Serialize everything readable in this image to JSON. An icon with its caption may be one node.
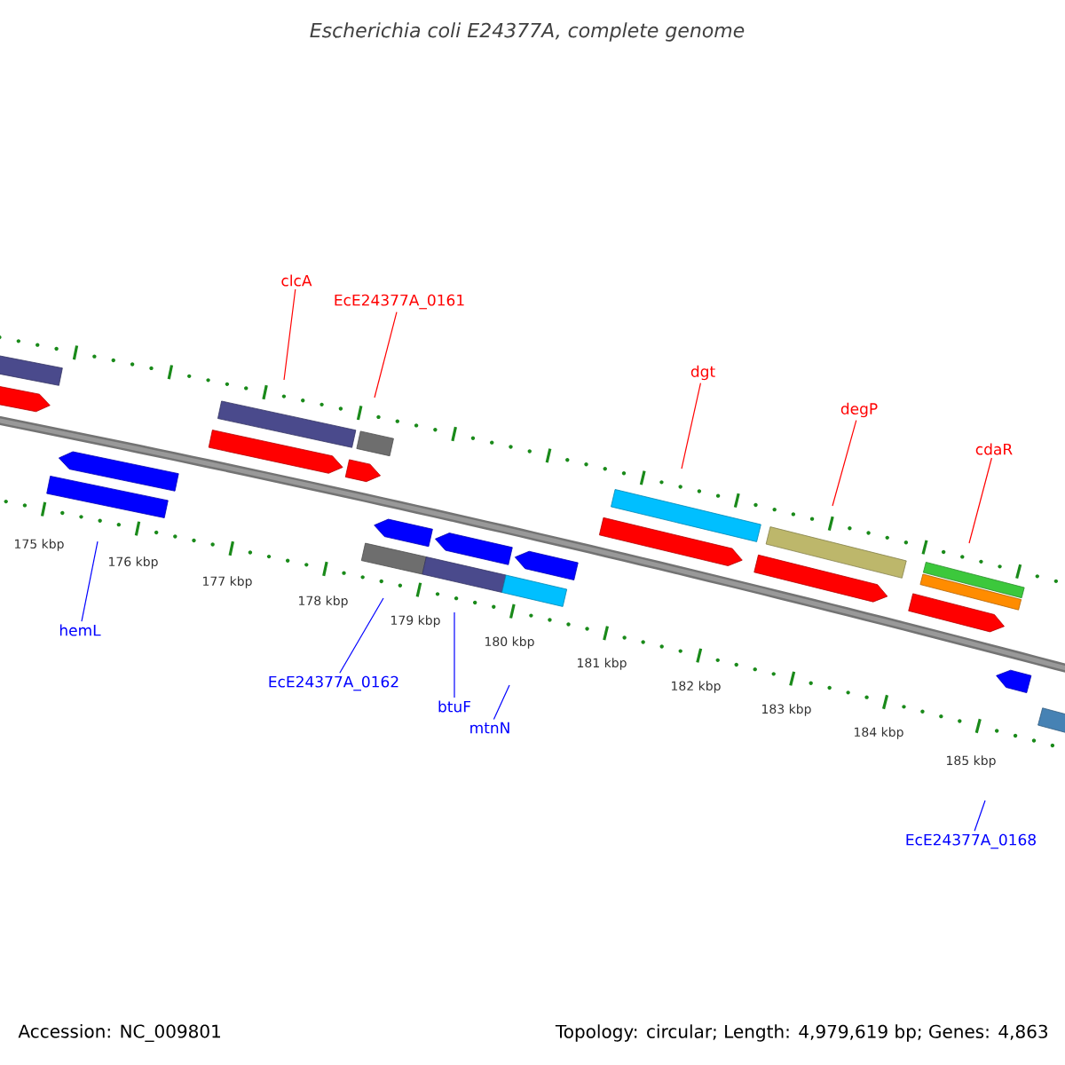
{
  "diagram": {
    "title": "Escherichia coli E24377A, complete genome",
    "nodes": [
      {
        "text": [
          "clcA"
        ]
      },
      {
        "text": [
          "EcE24377A_0161"
        ]
      },
      {
        "text": [
          "dgt"
        ]
      },
      {
        "text": [
          "degP"
        ]
      },
      {
        "text": [
          "cdaR"
        ]
      },
      {
        "text": [
          "hemL"
        ]
      },
      {
        "text": [
          "EcE24377A_0162"
        ]
      },
      {
        "text": [
          "btuF"
        ]
      },
      {
        "text": [
          "mtnN"
        ]
      },
      {
        "text": [
          "EcE24377A_0168"
        ]
      }
    ],
    "edges": [
      {
        "from": 0,
        "to": null,
        "arrow": "none",
        "color": "#ff0000"
      },
      {
        "from": 1,
        "to": null,
        "arrow": "none",
        "color": "#ff0000"
      },
      {
        "from": 2,
        "to": null,
        "arrow": "none",
        "color": "#ff0000"
      },
      {
        "from": 3,
        "to": null,
        "arrow": "none",
        "color": "#ff0000"
      },
      {
        "from": 4,
        "to": null,
        "arrow": "none",
        "color": "#ff0000"
      },
      {
        "from": 5,
        "to": null,
        "arrow": "none",
        "color": "#0000ff"
      },
      {
        "from": 6,
        "to": null,
        "arrow": "none",
        "color": "#0000ff"
      },
      {
        "from": 7,
        "to": null,
        "arrow": "none",
        "color": "#0000ff"
      },
      {
        "from": 8,
        "to": null,
        "arrow": "none",
        "color": "#0000ff"
      },
      {
        "from": 9,
        "to": null,
        "arrow": "none",
        "color": "#0000ff"
      }
    ],
    "labels": [
      "175 kbp",
      "176 kbp",
      "177 kbp",
      "178 kbp",
      "179 kbp",
      "180 kbp",
      "181 kbp",
      "182 kbp",
      "183 kbp",
      "184 kbp",
      "185 kbp",
      "Accession: NC_009801",
      "Topology: circular; Length: 4,979,619 bp; Genes: 4,863"
    ]
  }
}
